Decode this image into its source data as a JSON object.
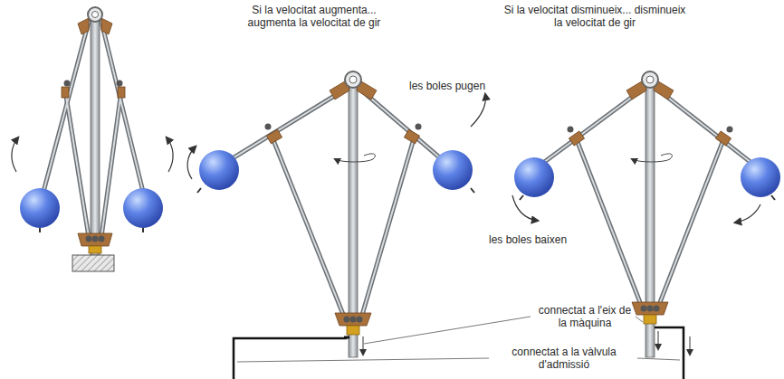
{
  "diagram": {
    "labels": [
      "Si la velocitat augmenta... augmenta la velocitat de gir",
      "les boles pugen",
      "Si la velocitat disminueix... disminueix la velocitat de gir",
      "les boles baixen",
      "connectat a l'eix de la màquina",
      "connectat a la vàlvula d'admissió"
    ]
  }
}
